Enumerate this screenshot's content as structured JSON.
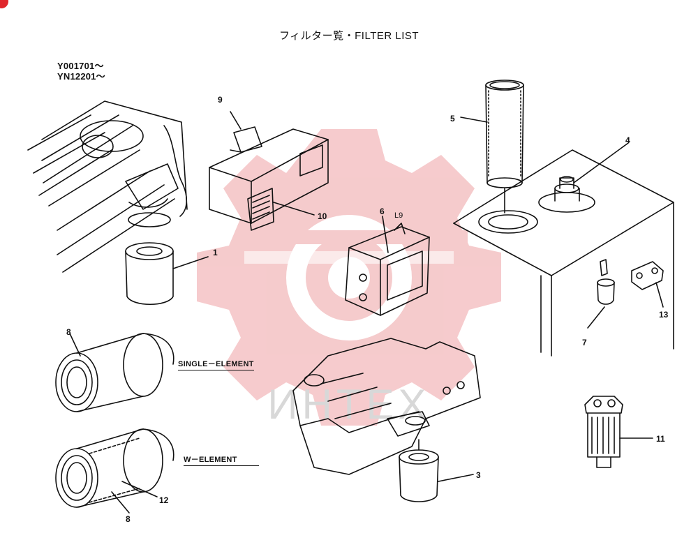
{
  "title": "フィルター覧・FILTER LIST",
  "serials": [
    "Y001701～",
    "YN12201～"
  ],
  "element_labels": {
    "single": "SINGLE－ELEMENT",
    "double": "W－ELEMENT"
  },
  "small_text": "L9",
  "watermark_text": "ИНТЕХ",
  "callouts": {
    "c1": "1",
    "c3": "3",
    "c4": "4",
    "c5": "5",
    "c6": "6",
    "c7": "7",
    "c8a": "8",
    "c8b": "8",
    "c9": "9",
    "c10": "10",
    "c11": "11",
    "c12": "12",
    "c13": "13"
  },
  "colors": {
    "line": "#111111",
    "watermark": "#f2b5b8",
    "badge": "#e0262c"
  }
}
